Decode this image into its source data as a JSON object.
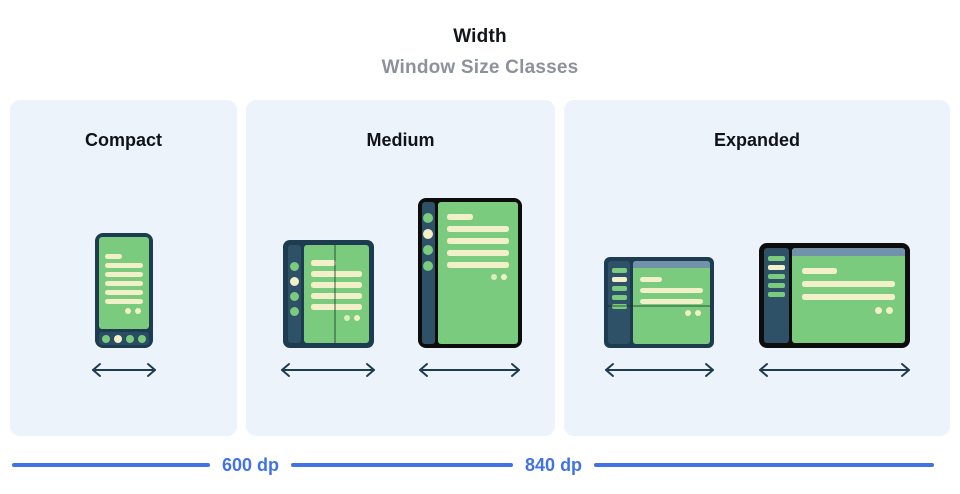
{
  "header": {
    "title": "Width",
    "subtitle": "Window Size Classes"
  },
  "panels": [
    {
      "label": "Compact",
      "devices": [
        "phone-illustration"
      ]
    },
    {
      "label": "Medium",
      "devices": [
        "foldable-portrait-illustration",
        "tablet-portrait-illustration"
      ]
    },
    {
      "label": "Expanded",
      "devices": [
        "foldable-landscape-illustration",
        "tablet-landscape-illustration"
      ]
    }
  ],
  "ruler": {
    "breakpoint_1": "600 dp",
    "breakpoint_2": "840 dp"
  },
  "icons": [
    "width-arrow-icon"
  ],
  "colors": {
    "panel_bg": "#ecf3fb",
    "device_frame_navy": "#1e3c50",
    "device_frame_black": "#0d0d0d",
    "sidebar_navy": "#2f5167",
    "screen_green": "#7acb7e",
    "content_cream": "#f2f0c8",
    "topbar_blue_gray": "#7291aa",
    "ruler_blue": "#4173e6",
    "subtitle_gray": "#8b929c"
  }
}
